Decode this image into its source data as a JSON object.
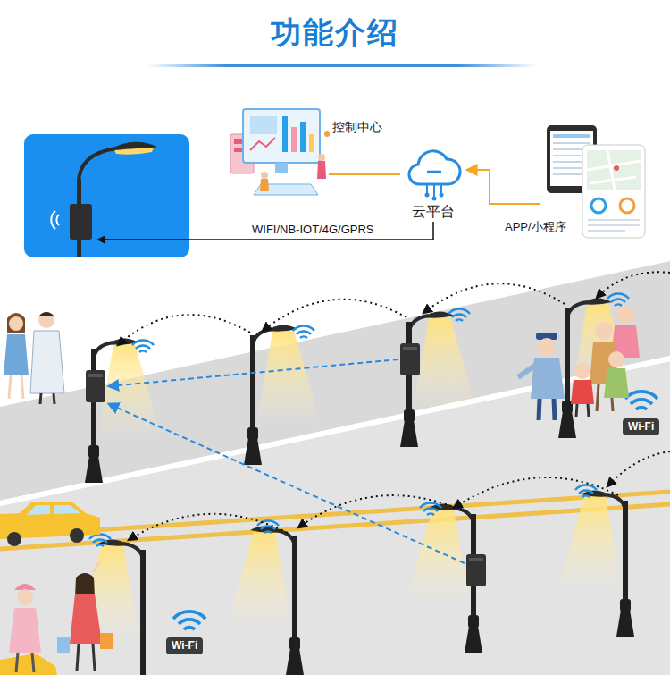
{
  "diagram": {
    "title": "功能介绍",
    "nodes": [
      {
        "text": [
          "控制中心"
        ]
      },
      {
        "text": [
          "云平台"
        ]
      },
      {
        "text": [
          "APP/小程序"
        ]
      },
      {
        "text": [
          "Wi-Fi"
        ]
      },
      {
        "text": [
          "Wi-Fi"
        ]
      }
    ],
    "edges": [
      {
        "from": 1,
        "to": 0,
        "arrow": "none"
      },
      {
        "from": 2,
        "to": 1,
        "arrow": "to"
      }
    ],
    "labels": [
      "WIFI/NB-IOT/4G/GPRS"
    ]
  }
}
